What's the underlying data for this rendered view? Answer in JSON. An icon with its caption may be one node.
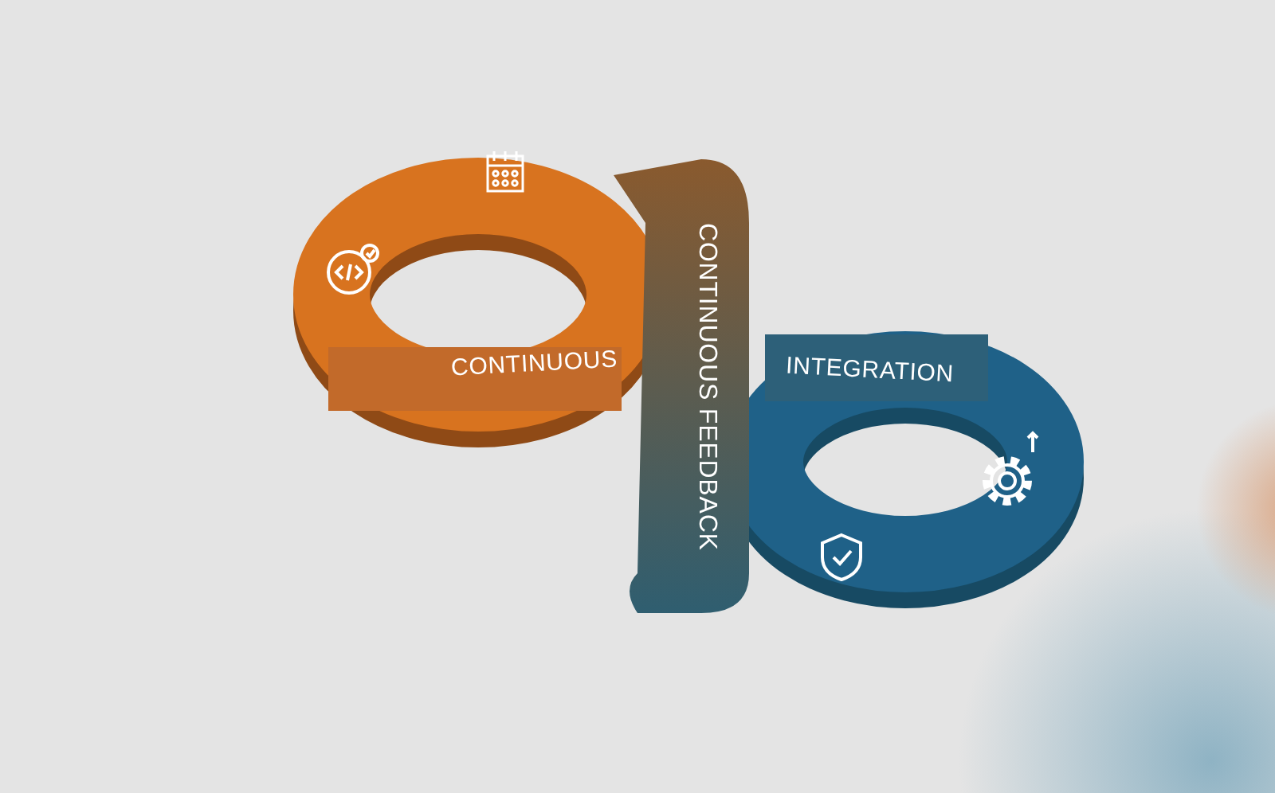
{
  "diagram": {
    "labels": [
      "CONTINUOUS",
      "CONTINUOUS FEEDBACK",
      "INTEGRATION"
    ]
  }
}
